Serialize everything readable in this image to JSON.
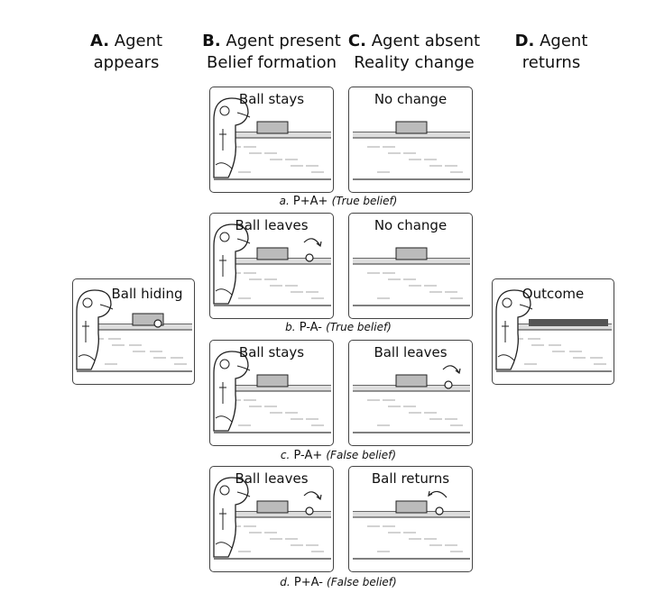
{
  "columns": [
    {
      "letter": "A.",
      "line1": "Agent",
      "line2": "appears"
    },
    {
      "letter": "B.",
      "line1": "Agent present",
      "line2": "Belief formation"
    },
    {
      "letter": "C.",
      "line1": "Agent absent",
      "line2": "Reality change"
    },
    {
      "letter": "D.",
      "line1": "Agent",
      "line2": "returns"
    }
  ],
  "side_panels": {
    "left": "Ball hiding",
    "right": "Outcome"
  },
  "rows": [
    {
      "b_label": "Ball stays",
      "c_label": "No change",
      "caption_prefix": "a.",
      "caption_code": "P+A+",
      "caption_belief": "(True belief)"
    },
    {
      "b_label": "Ball leaves",
      "c_label": "No change",
      "caption_prefix": "b.",
      "caption_code": "P-A-",
      "caption_belief": "(True belief)"
    },
    {
      "b_label": "Ball stays",
      "c_label": "Ball leaves",
      "caption_prefix": "c.",
      "caption_code": "P-A+",
      "caption_belief": "(False belief)"
    },
    {
      "b_label": "Ball leaves",
      "c_label": "Ball returns",
      "caption_prefix": "d.",
      "caption_code": "P+A-",
      "caption_belief": "(False belief)"
    }
  ]
}
